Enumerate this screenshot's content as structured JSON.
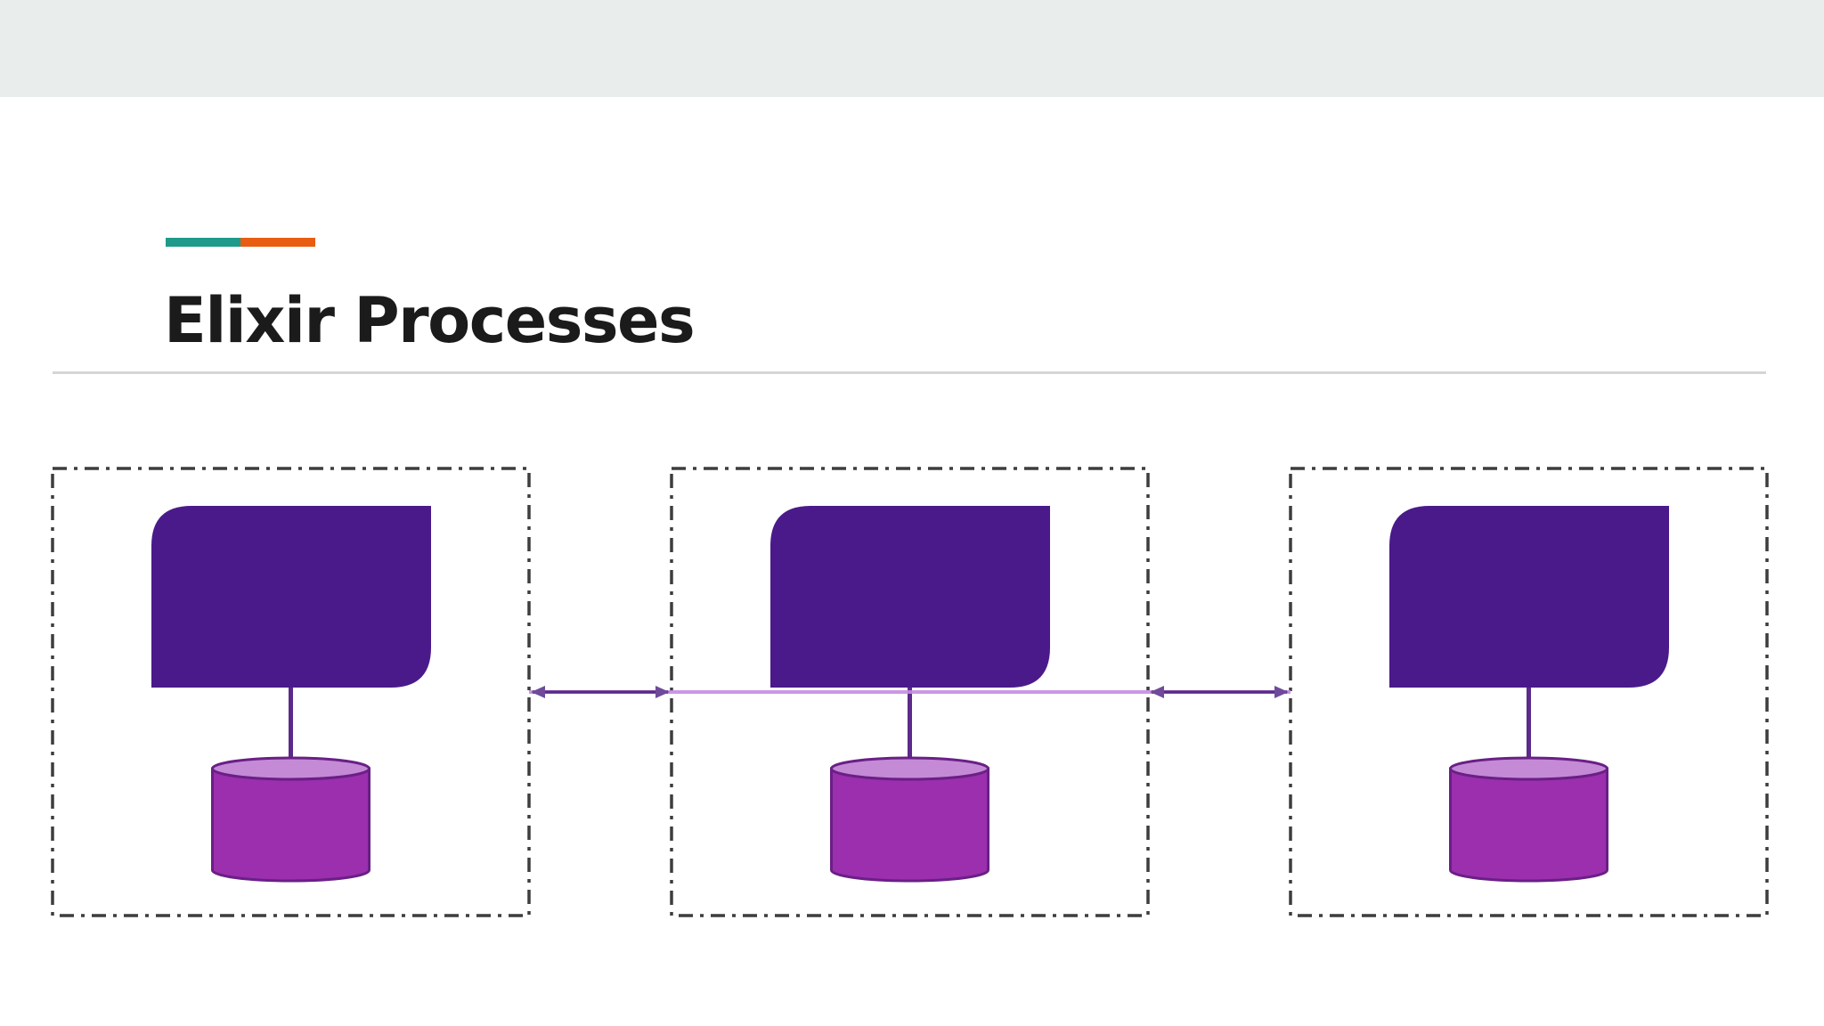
{
  "slide": {
    "title": "Elixir Processes",
    "accent_colors": [
      "#1e9a8a",
      "#e85d12"
    ]
  },
  "diagram": {
    "colors": {
      "process_fill": "#4a1a8a",
      "storage_body": "#9b2fae",
      "storage_top": "#c48ad6",
      "storage_edge": "#6a1f86",
      "connector": "#5b2a8a",
      "message_line": "#c58ce3",
      "boundary": "#3d3d3d"
    },
    "nodes": [
      {
        "process_icon": "process-card-icon",
        "storage_icon": "database-cylinder-icon"
      },
      {
        "process_icon": "process-card-icon",
        "storage_icon": "database-cylinder-icon"
      },
      {
        "process_icon": "process-card-icon",
        "storage_icon": "database-cylinder-icon"
      }
    ],
    "links": [
      {
        "from": 0,
        "to": 1,
        "style": "bidirectional-arrow"
      },
      {
        "from": 1,
        "to": 2,
        "style": "bidirectional-arrow"
      }
    ]
  }
}
